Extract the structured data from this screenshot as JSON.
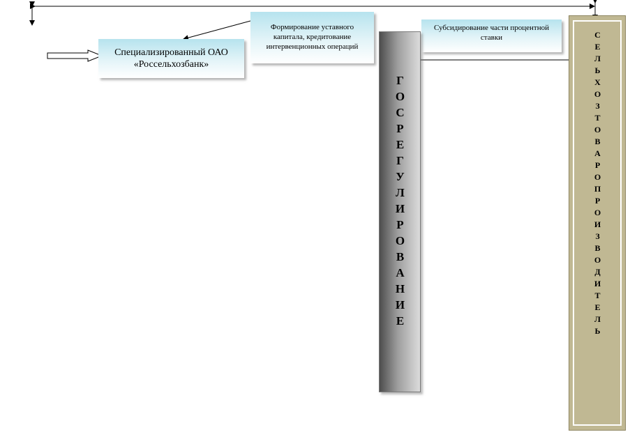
{
  "diagram": {
    "boxes": {
      "bank": "Специализированный ОАО «Россельхозбанк»",
      "capital": "Формирование уставного капитала, кредитование интервенционных операций",
      "subsidy": "Субсидирование части процентной ставки"
    },
    "columns": {
      "gosregulirovanie": "ГОСРЕГУЛИРОВАНИЕ",
      "selkhozproizvoditel": "СЕЛЬХОЗТОВАРОПРОИЗВОДИТЕЛЬ"
    }
  }
}
